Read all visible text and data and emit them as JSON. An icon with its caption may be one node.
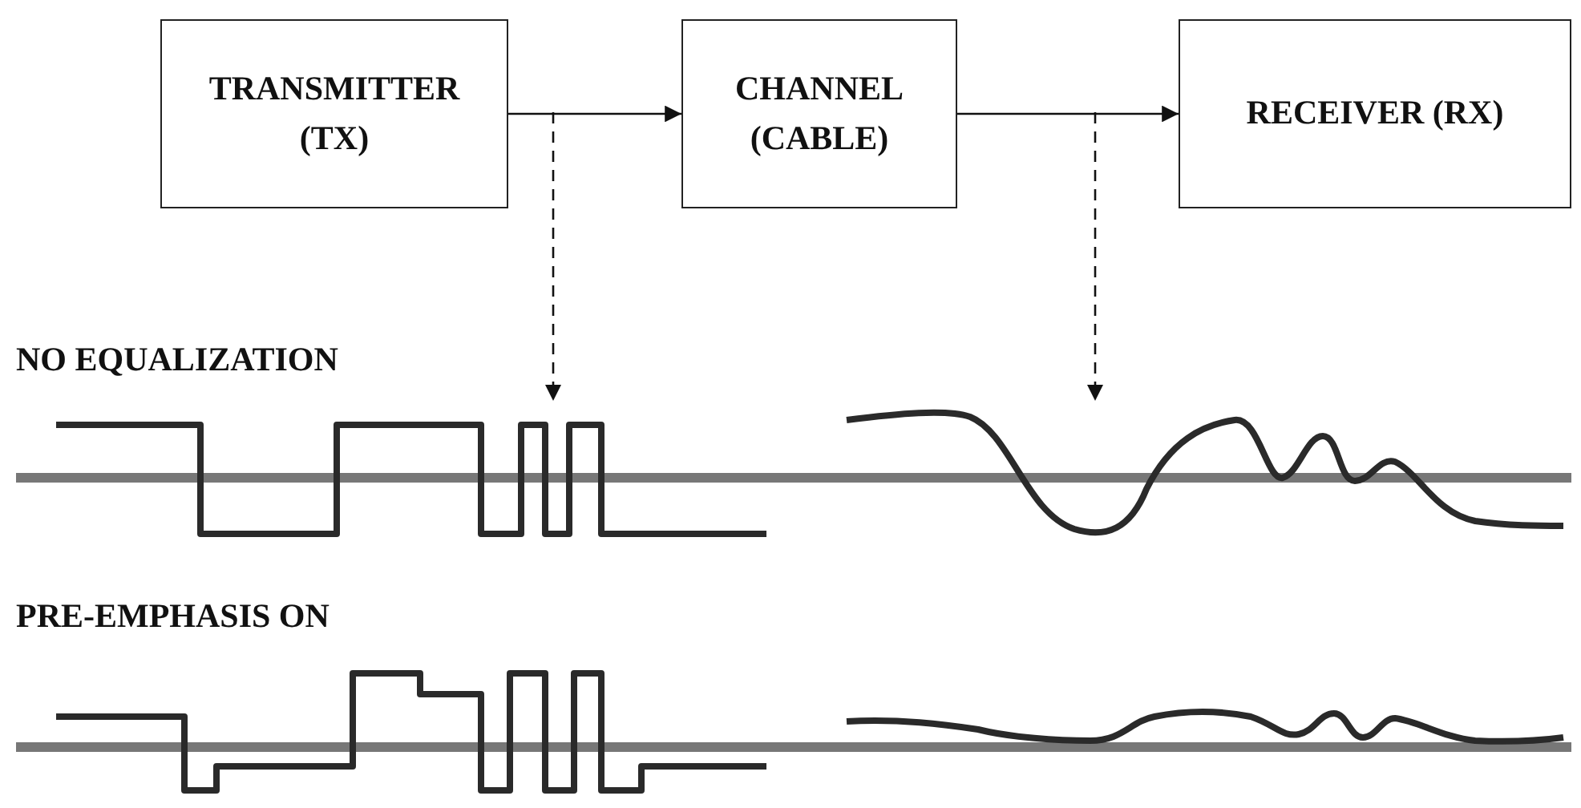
{
  "diagram": {
    "nodes": [
      {
        "text": [
          "TRANSMITTER (TX)"
        ]
      },
      {
        "text": [
          "CHANNEL (CABLE)"
        ]
      },
      {
        "text": [
          "RECEIVER (RX)"
        ]
      },
      {
        "text": [],
        "shape": "picture"
      },
      {
        "text": [],
        "shape": "picture"
      },
      {
        "text": [],
        "shape": "picture"
      },
      {
        "text": [],
        "shape": "picture"
      }
    ],
    "edges": [
      {
        "from": 0,
        "to": 1,
        "arrow": "to"
      },
      {
        "from": 1,
        "to": 2,
        "arrow": "to"
      },
      {
        "from": null,
        "to": 3,
        "arrow": "to",
        "style": "dashed"
      },
      {
        "from": null,
        "to": 4,
        "arrow": "to",
        "style": "dashed"
      }
    ],
    "labels": [
      "NO EQUALIZATION",
      "PRE-EMPHASIS ON"
    ]
  }
}
